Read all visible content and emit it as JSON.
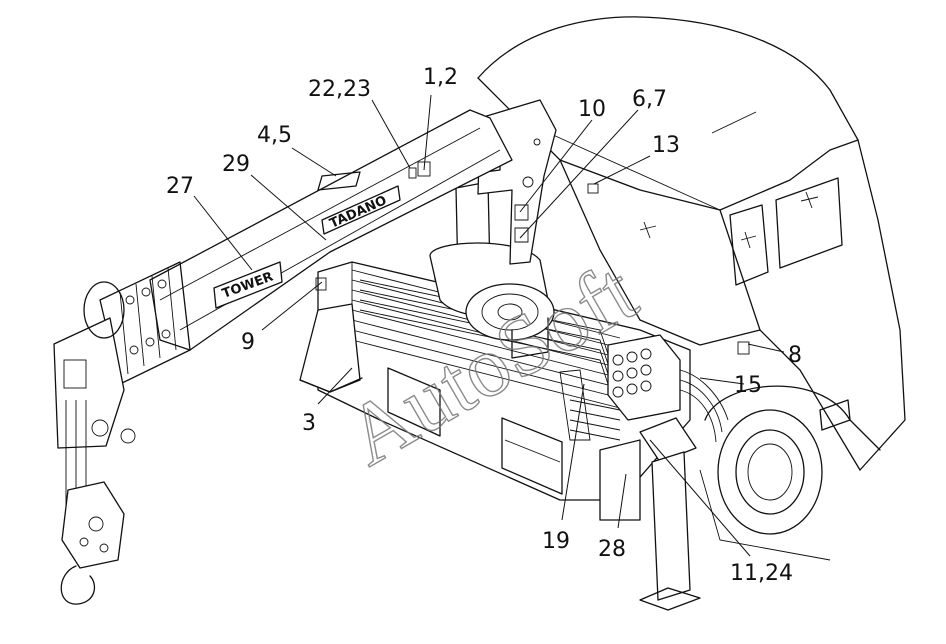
{
  "callouts": {
    "c_1_2": "1,2",
    "c_22_23": "22,23",
    "c_4_5": "4,5",
    "c_29": "29",
    "c_27": "27",
    "c_10": "10",
    "c_6_7": "6,7",
    "c_13": "13",
    "c_9": "9",
    "c_3": "3",
    "c_8": "8",
    "c_15": "15",
    "c_19": "19",
    "c_28": "28",
    "c_11_24": "11,24"
  },
  "watermark": "AutoSoft",
  "boom_decal_top": "TADANO",
  "boom_decal_side": "TOWER"
}
